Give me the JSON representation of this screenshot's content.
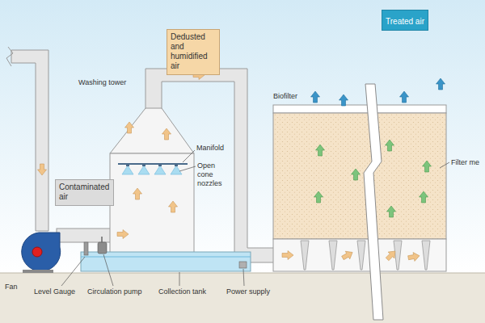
{
  "diagram": {
    "nodes": [
      {
        "text": [
          "Contaminated air"
        ]
      },
      {
        "text": [
          "Dedusted and humidified air"
        ]
      },
      {
        "text": [
          "Treated air"
        ]
      }
    ],
    "labels": [
      "Washing tower",
      "Biofilter",
      "Manifold",
      "Open cone nozzles",
      "Filter me",
      "Fan",
      "Level Gauge",
      "Circulation pump",
      "Collection tank",
      "Power supply"
    ]
  }
}
